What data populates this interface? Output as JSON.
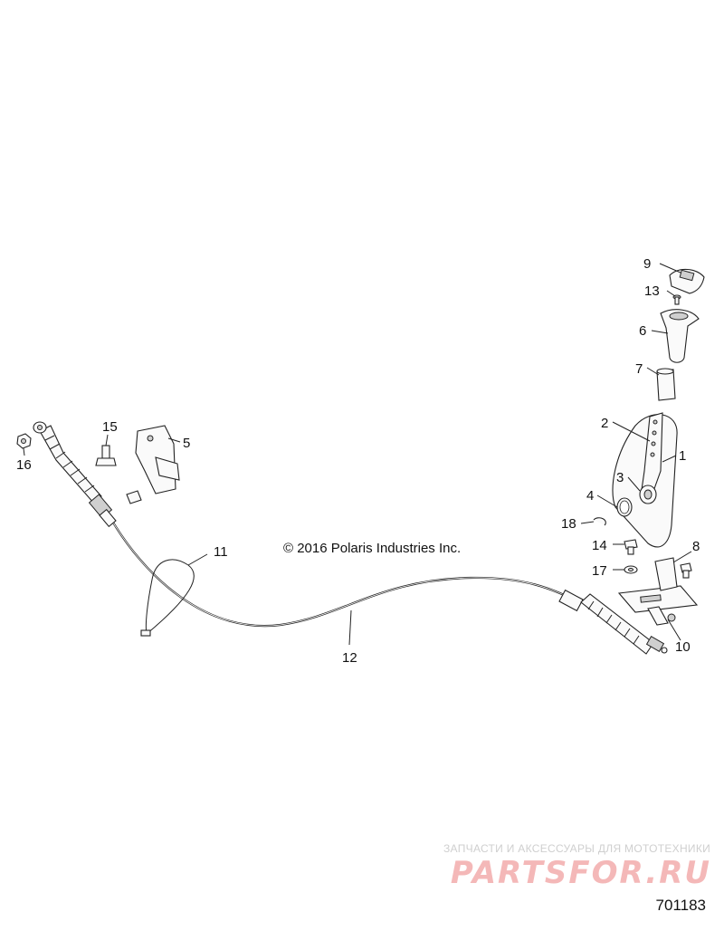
{
  "copyright": "© 2016 Polaris Industries Inc.",
  "diagram_id": "701183",
  "watermark": {
    "subtitle": "ЗАПЧАСТИ И АКСЕССУАРЫ ДЛЯ МОТОТЕХНИКИ",
    "logo": "PARTSFOR.RU",
    "logo_color": "#f4b8b8"
  },
  "callouts": {
    "c1": "1",
    "c2": "2",
    "c3": "3",
    "c4": "4",
    "c5": "5",
    "c6": "6",
    "c7": "7",
    "c8": "8",
    "c9": "9",
    "c10": "10",
    "c11": "11",
    "c12": "12",
    "c13": "13",
    "c14": "14",
    "c15": "15",
    "c16": "16",
    "c17": "17",
    "c18": "18"
  }
}
